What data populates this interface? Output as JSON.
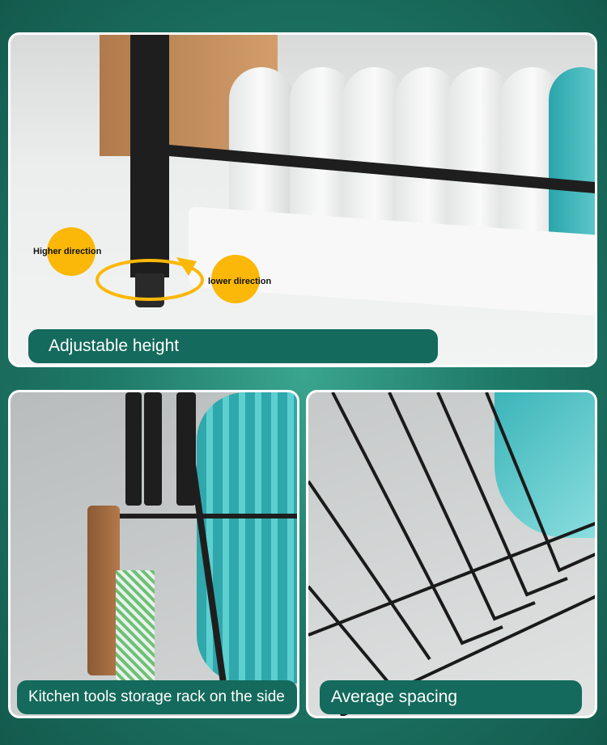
{
  "panels": [
    {
      "label": "Adjustable height",
      "annotations": {
        "higher": "Higher direction",
        "lower": "lower direction"
      }
    },
    {
      "label": "Kitchen tools storage rack on the side"
    },
    {
      "label": "Average spacing"
    }
  ],
  "colors": {
    "accent": "#146a5c",
    "highlight": "#fbb808",
    "plate": "#3bb5b9"
  }
}
